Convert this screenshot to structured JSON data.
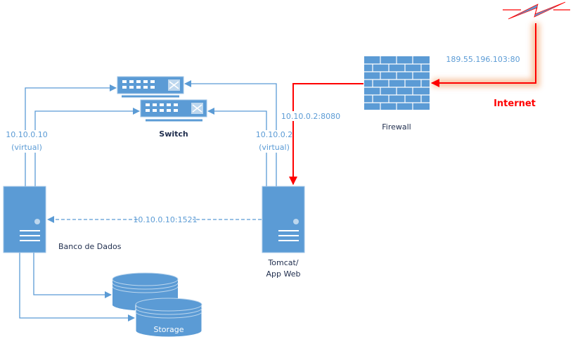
{
  "switch": {
    "label": "Switch"
  },
  "database_server": {
    "label": "Banco de Dados",
    "ip": "10.10.0.10",
    "ip_note": "(virtual)"
  },
  "app_server": {
    "label_line1": "Tomcat/",
    "label_line2": "App Web",
    "ip": "10.10.0.2",
    "ip_note": "(virtual)"
  },
  "db_connection": {
    "label": "10.10.0.10:1521"
  },
  "firewall": {
    "label": "Firewall",
    "nat_target": "10.10.0.2:8080"
  },
  "internet": {
    "label": "Internet",
    "public_address": "189.55.196.103:80"
  },
  "storage": {
    "label": "Storage"
  },
  "colors": {
    "node": "#5b9bd5",
    "internet_link": "#ff0000",
    "text": "#1f2d4d"
  }
}
